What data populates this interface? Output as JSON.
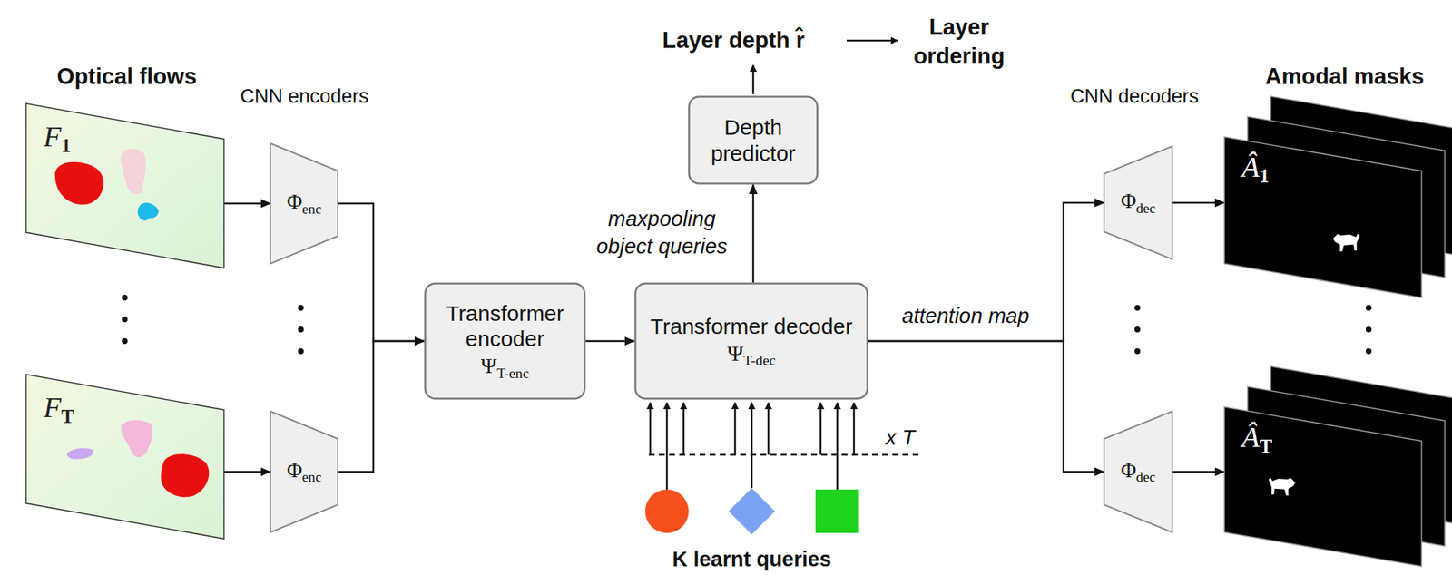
{
  "diagram": {
    "nodes": [
      {
        "text": [
          "F",
          "1"
        ]
      },
      {
        "text": [
          "F",
          "T"
        ]
      },
      {
        "text": [
          "Φ",
          "enc"
        ]
      },
      {
        "text": [
          "Φ",
          "enc"
        ]
      },
      {
        "text": [
          "Transformer encoder",
          "Ψ",
          "T-enc"
        ]
      },
      {
        "text": [
          "Transformer decoder",
          "Ψ",
          "T-dec"
        ]
      },
      {
        "text": [
          "Depth predictor"
        ]
      },
      {
        "text": [
          "Φ",
          "dec"
        ]
      },
      {
        "text": [
          "Φ",
          "dec"
        ]
      },
      {
        "text": [
          "Â",
          "1"
        ]
      },
      {
        "text": [
          "Â",
          "T"
        ]
      }
    ],
    "edges": [
      {
        "from": 0,
        "to": 2,
        "arrow": "to"
      },
      {
        "from": 1,
        "to": 3,
        "arrow": "to"
      },
      {
        "from": 2,
        "to": 4,
        "arrow": "to"
      },
      {
        "from": 3,
        "to": 4,
        "arrow": "to"
      },
      {
        "from": 4,
        "to": 5,
        "arrow": "to"
      },
      {
        "from": 5,
        "to": 6,
        "label": "maxpooling object queries",
        "arrow": "to"
      },
      {
        "from": 5,
        "to": 7,
        "label": "attention map",
        "arrow": "to"
      },
      {
        "from": 5,
        "to": 8,
        "arrow": "to"
      },
      {
        "from": 7,
        "to": 9,
        "arrow": "to"
      },
      {
        "from": 8,
        "to": 10,
        "arrow": "to"
      }
    ],
    "labels": [
      "Optical flows",
      "CNN encoders",
      "Layer depth r̂",
      "Layer ordering",
      "CNN decoders",
      "Amodal masks",
      "x T",
      "K learnt queries"
    ]
  }
}
